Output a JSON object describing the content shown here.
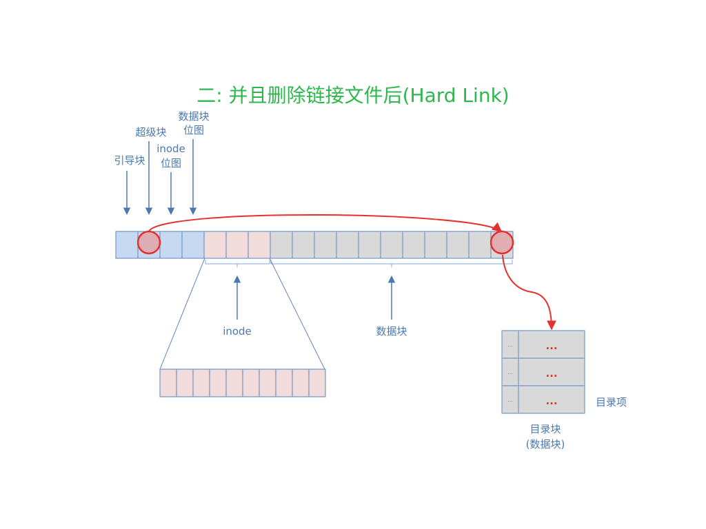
{
  "title": "二: 并且删除链接文件后(Hard Link)",
  "colors": {
    "title": "#2db84d",
    "label": "#4a78b0",
    "arrow": "#4a78b0",
    "region_blue": "#c6d9f0",
    "region_pink": "#f2dcdb",
    "region_gray": "#d9d9d9",
    "border": "#5b86c0",
    "highlight": "#e53030",
    "ellipsis": "#e53030"
  },
  "labels": {
    "boot_block": "引导块",
    "super_block": "超级块",
    "inode_bitmap_line1": "inode",
    "inode_bitmap_line2": "位图",
    "data_bitmap_line1": "数据块",
    "data_bitmap_line2": "位图",
    "inode_region": "inode",
    "data_region": "数据块",
    "dir_entry": "目录项",
    "dir_block_line1": "目录块",
    "dir_block_line2": "(数据块)"
  },
  "dir_entries": [
    {
      "index": "...",
      "content": "..."
    },
    {
      "index": "...",
      "content": "..."
    },
    {
      "index": "...",
      "content": "..."
    }
  ]
}
